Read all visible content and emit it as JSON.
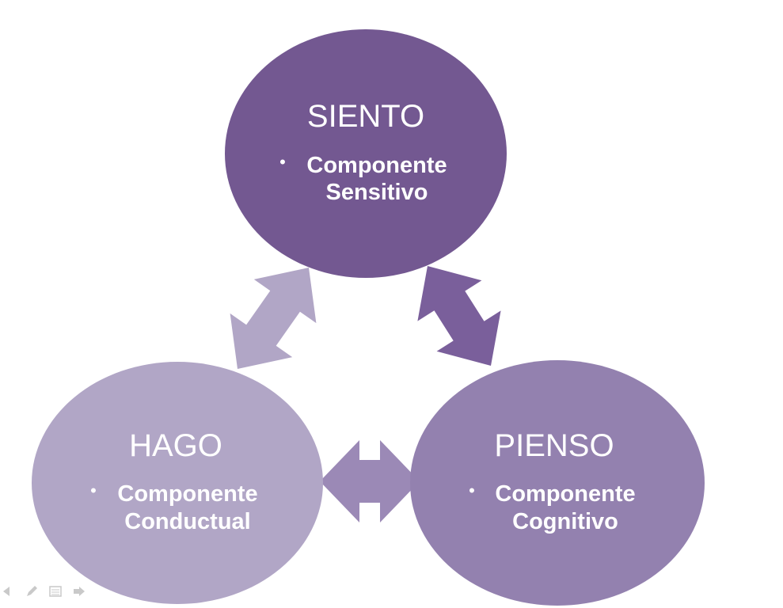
{
  "colors": {
    "siento": "#735891",
    "hago": "#b1a6c6",
    "pienso": "#9381af",
    "arrow_left": "#b1a6c6",
    "arrow_right": "#7a5f9b",
    "arrow_bottom": "#9b89b6"
  },
  "nodes": {
    "siento": {
      "title": "SIENTO",
      "bullet": "•",
      "line1": "Componente",
      "line2": "Sensitivo"
    },
    "hago": {
      "title": "HAGO",
      "bullet": "•",
      "line1": "Componente",
      "line2": "Conductual"
    },
    "pienso": {
      "title": "PIENSO",
      "bullet": "•",
      "line1": "Componente",
      "line2": "Cognitivo"
    }
  },
  "toolbar": {
    "icons": [
      "previous-slide-icon",
      "pen-icon",
      "slide-menu-icon",
      "next-slide-icon"
    ]
  }
}
